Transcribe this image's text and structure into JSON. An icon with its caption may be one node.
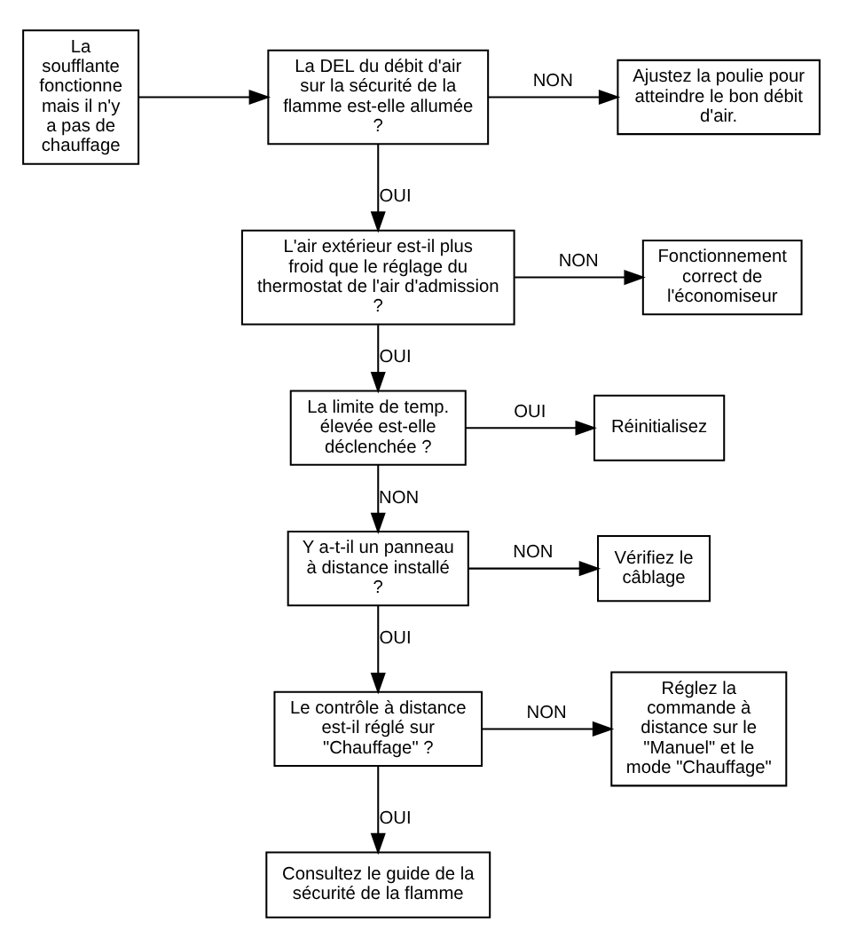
{
  "diagram": {
    "nodes": [
      {
        "text": [
          "La soufflante fonctionne mais il n'y a pas de chauffage"
        ]
      },
      {
        "text": [
          "La DEL du débit d'air sur la sécurité de la flamme est-elle allumée ?"
        ]
      },
      {
        "text": [
          "Ajustez la poulie pour atteindre le bon débit d'air."
        ]
      },
      {
        "text": [
          "L'air extérieur est-il plus froid que le réglage du thermostat de l'air d'admission ?"
        ]
      },
      {
        "text": [
          "Fonctionnement correct de l'économiseur"
        ]
      },
      {
        "text": [
          "La limite de temp. élevée est-elle déclenchée ?"
        ]
      },
      {
        "text": [
          "Réinitialisez"
        ]
      },
      {
        "text": [
          "Y a-t-il un panneau à distance installé ?"
        ]
      },
      {
        "text": [
          "Vérifiez le câblage"
        ]
      },
      {
        "text": [
          "Le contrôle à distance est-il réglé sur \"Chauffage\" ?"
        ]
      },
      {
        "text": [
          "Réglez la commande à distance sur le \"Manuel\" et le mode \"Chauffage\""
        ]
      },
      {
        "text": [
          "Consultez le guide de la sécurité de la flamme"
        ]
      }
    ],
    "edges": [
      {
        "from": 0,
        "to": 1,
        "arrow": "to"
      },
      {
        "from": 1,
        "to": 2,
        "arrow": "to",
        "label": "NON"
      },
      {
        "from": 1,
        "to": 3,
        "arrow": "to",
        "label": "OUI"
      },
      {
        "from": 3,
        "to": 4,
        "arrow": "to",
        "label": "NON"
      },
      {
        "from": 3,
        "to": 5,
        "arrow": "to",
        "label": "OUI"
      },
      {
        "from": 5,
        "to": 6,
        "arrow": "to",
        "label": "OUI"
      },
      {
        "from": 5,
        "to": 7,
        "arrow": "to",
        "label": "NON"
      },
      {
        "from": 7,
        "to": 8,
        "arrow": "to",
        "label": "NON"
      },
      {
        "from": 7,
        "to": 9,
        "arrow": "to",
        "label": "OUI"
      },
      {
        "from": 9,
        "to": 10,
        "arrow": "to",
        "label": "NON"
      },
      {
        "from": 9,
        "to": 11,
        "arrow": "to",
        "label": "OUI"
      }
    ]
  }
}
